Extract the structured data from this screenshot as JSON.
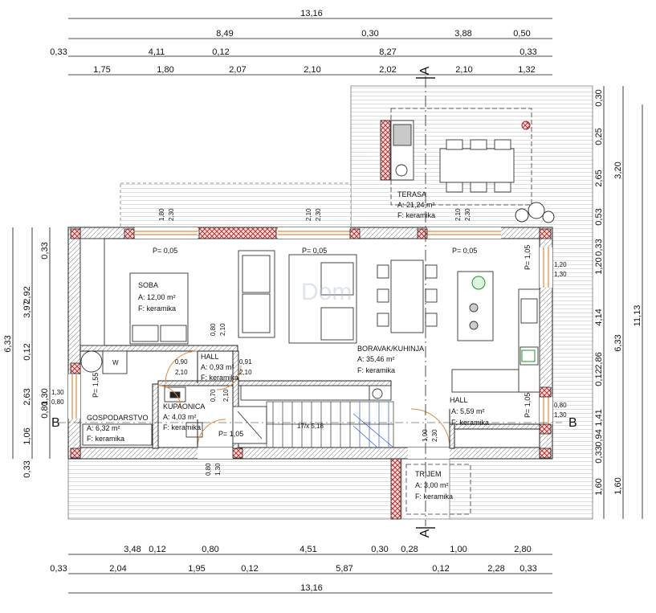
{
  "dims_top": {
    "r1": [
      "13,16"
    ],
    "r2": [
      "8,49",
      "0,30",
      "3,88",
      "0,50"
    ],
    "r3": [
      "0,33",
      "4,11",
      "0,12",
      "8,27",
      "0,33"
    ],
    "r4": [
      "1,75",
      "1,80",
      "2,07",
      "2,10",
      "2,02",
      "2,10",
      "1,32"
    ]
  },
  "dims_bottom": {
    "r1": [
      "3,48",
      "0,12",
      "0,80",
      "4,51",
      "0,30",
      "0,28",
      "1,00",
      "2,80"
    ],
    "r2": [
      "0,33",
      "2,04",
      "1,95",
      "0,12",
      "5,87",
      "0,12",
      "2,28",
      "0,33"
    ],
    "r3": [
      "13,16"
    ]
  },
  "dims_left": {
    "outer": [
      "6,33"
    ],
    "mid": [
      "3,97",
      "2,63",
      "1,06"
    ],
    "inner": [
      "0,33",
      "2,92",
      "0,12",
      "1,30",
      "0,80",
      "0,33"
    ]
  },
  "dims_right": {
    "outer": [
      "11,13"
    ],
    "mid": [
      "3,20",
      "6,33",
      "1,60"
    ],
    "inner": [
      "0,30",
      "0,25",
      "2,65",
      "0,53",
      "0,33",
      "1,20",
      "4,14",
      "2,86",
      "0,12",
      "1,41",
      "0,94",
      "0,33",
      "1,60"
    ]
  },
  "section_marks": {
    "a_top": "A",
    "a_bottom": "A",
    "b_left": "B",
    "b_right": "B"
  },
  "rooms": {
    "terasa": {
      "name": "TERASA",
      "area": "A: 21,24 m²",
      "floor": "F: keramika"
    },
    "soba": {
      "name": "SOBA",
      "area": "A: 12,00 m²",
      "floor": "F: keramika"
    },
    "hall1": {
      "name": "HALL",
      "area": "A:   0,93 m²",
      "floor": "F: keramika"
    },
    "kupaonica": {
      "name": "KUPAONICA",
      "area": "A:   4,03 m²",
      "floor": "F: keramika"
    },
    "gospodarstvo": {
      "name": "GOSPODARSTVO",
      "area": "A:   6,32 m²",
      "floor": "F:         keramika"
    },
    "boravak": {
      "name": "BORAVAK/KUHINJA",
      "area": "A:            35,46 m²",
      "floor": "F:            keramika"
    },
    "hall2": {
      "name": "HALL",
      "area": "A:   5,59 m²",
      "floor": "F: keramika"
    },
    "trijem": {
      "name": "TRIJEM",
      "area": "A:   3,00 m²",
      "floor": "F: keramika"
    }
  },
  "parapets": [
    "P= 0,05",
    "P= 0,05",
    "P= 0,05",
    "P= 1,05",
    "P= 1,05",
    "P= 1,55",
    "P= 1,05"
  ],
  "openings": {
    "w1": [
      "1,80",
      "2,30"
    ],
    "w2": [
      "2,10",
      "2,30"
    ],
    "w3": [
      "2,10",
      "2,30"
    ],
    "w_r1": [
      "1,20",
      "1,30"
    ],
    "w_r2": [
      "0,80",
      "1,30"
    ],
    "w_l": [
      "1,30",
      "0,80"
    ],
    "d_soba": [
      "0,80",
      "2,10"
    ],
    "d_hall": [
      "0,90",
      "2,10"
    ],
    "d_hall2": [
      "0,91",
      "2,10"
    ],
    "d_kup": [
      "0,70",
      "2,10"
    ],
    "d_entry": [
      "1,00",
      "2,30"
    ],
    "d_gosp": [
      "0,80",
      "1,30"
    ]
  },
  "stairs_label": "17/x 5,18",
  "washer_label": "W",
  "watermark": "Dom"
}
